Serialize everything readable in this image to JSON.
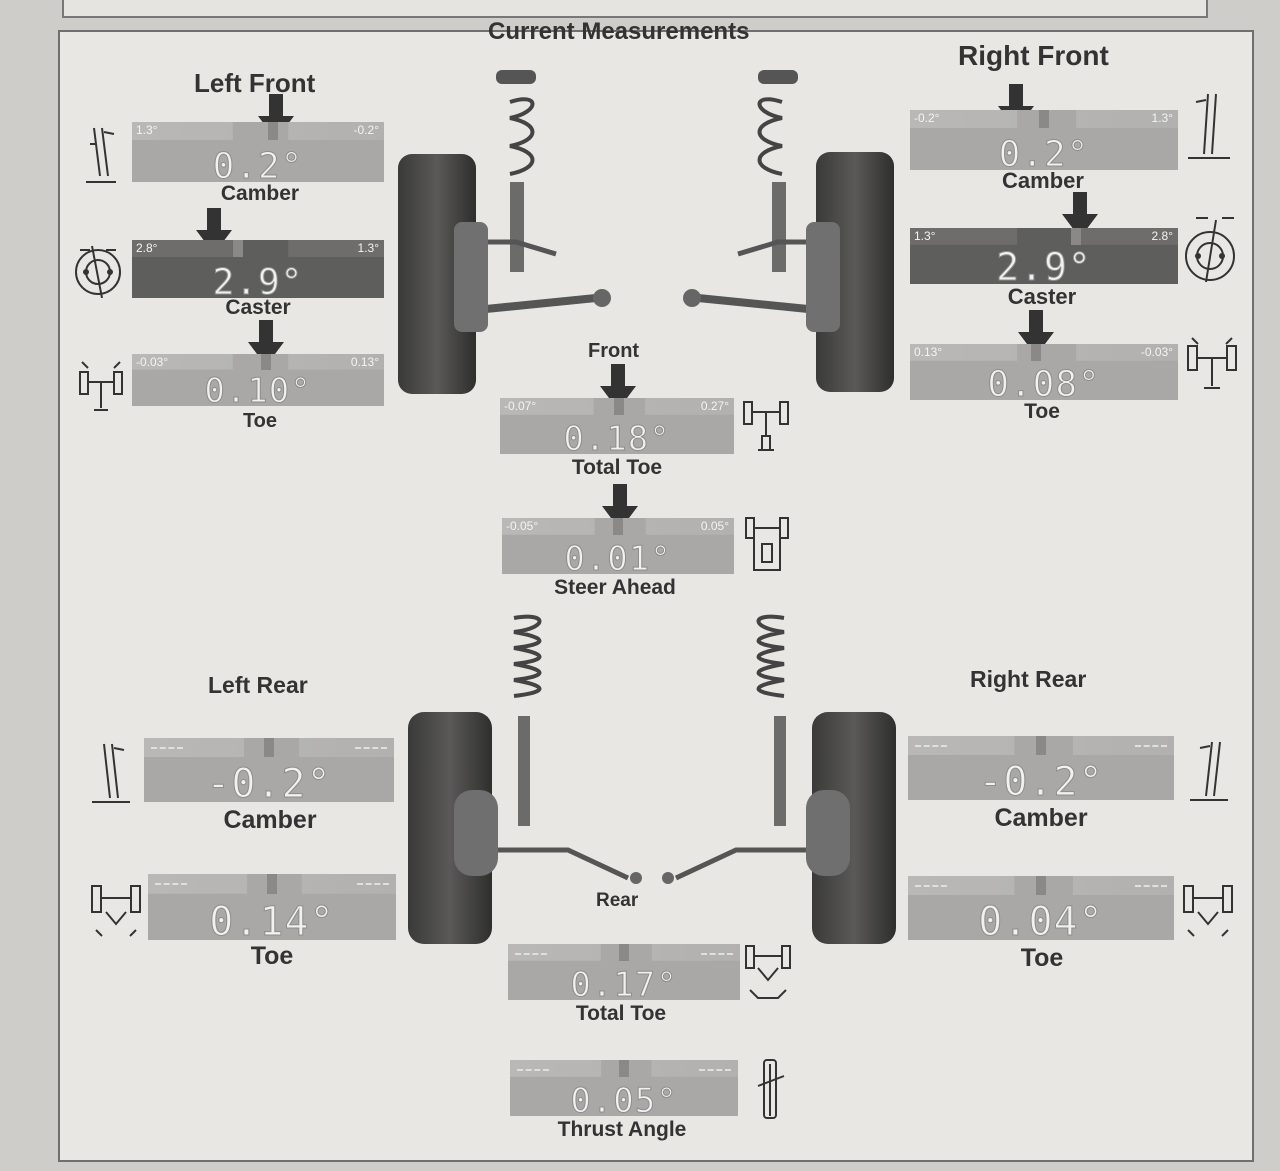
{
  "title": "Current Measurements",
  "sections": {
    "left_front": "Left Front",
    "right_front": "Right Front",
    "front": "Front",
    "left_rear": "Left Rear",
    "right_rear": "Right Rear",
    "rear": "Rear"
  },
  "left_front": {
    "camber": {
      "label": "Camber",
      "value": "0.2°",
      "min": "1.3°",
      "max": "-0.2°"
    },
    "caster": {
      "label": "Caster",
      "value": "2.9°",
      "min": "2.8°",
      "max": "1.3°"
    },
    "toe": {
      "label": "Toe",
      "value": "0.10°",
      "min": "-0.03°",
      "max": "0.13°"
    }
  },
  "right_front": {
    "camber": {
      "label": "Camber",
      "value": "0.2°",
      "min": "-0.2°",
      "max": "1.3°"
    },
    "caster": {
      "label": "Caster",
      "value": "2.9°",
      "min": "1.3°",
      "max": "2.8°"
    },
    "toe": {
      "label": "Toe",
      "value": "0.08°",
      "min": "0.13°",
      "max": "-0.03°"
    }
  },
  "front": {
    "total_toe": {
      "label": "Total Toe",
      "value": "0.18°",
      "min": "-0.07°",
      "max": "0.27°"
    },
    "steer_ahead": {
      "label": "Steer Ahead",
      "value": "0.01°",
      "min": "-0.05°",
      "max": "0.05°"
    }
  },
  "left_rear": {
    "camber": {
      "label": "Camber",
      "value": "-0.2°"
    },
    "toe": {
      "label": "Toe",
      "value": "0.14°"
    }
  },
  "right_rear": {
    "camber": {
      "label": "Camber",
      "value": "-0.2°"
    },
    "toe": {
      "label": "Toe",
      "value": "0.04°"
    }
  },
  "rear": {
    "total_toe": {
      "label": "Total Toe",
      "value": "0.17°"
    },
    "thrust_angle": {
      "label": "Thrust Angle",
      "value": "0.05°"
    }
  },
  "colors": {
    "gauge": "#a9a8a6",
    "gauge_dark": "#5e5e5d",
    "paper": "#e9e7e4",
    "text": "#333333"
  }
}
